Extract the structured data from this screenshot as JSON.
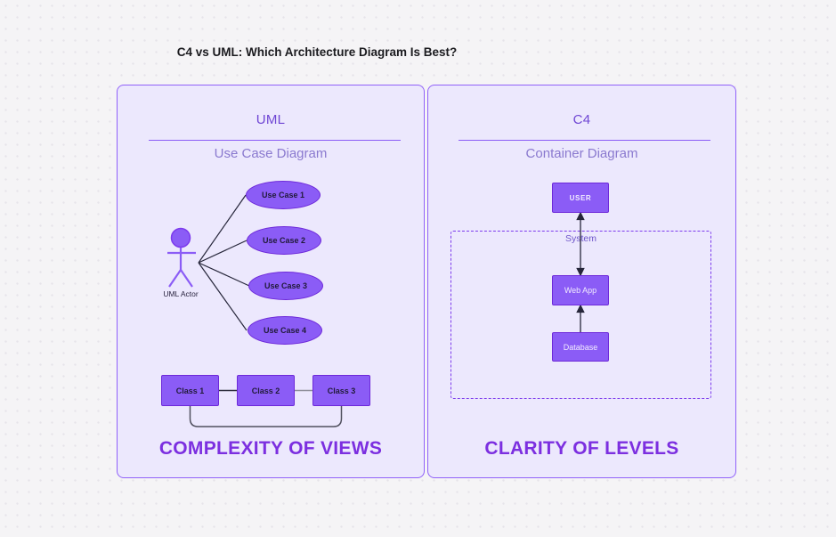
{
  "title": "C4 vs UML: Which Architecture Diagram Is Best?",
  "left_panel": {
    "heading": "UML",
    "subheading": "Use Case Diagram",
    "actor_label": "UML Actor",
    "use_cases": [
      "Use Case 1",
      "Use Case 2",
      "Use Case 3",
      "Use Case 4"
    ],
    "classes": [
      "Class 1",
      "Class 2",
      "Class 3"
    ],
    "caption": "COMPLEXITY OF VIEWS"
  },
  "right_panel": {
    "heading": "C4",
    "subheading": "Container Diagram",
    "user_label": "USER",
    "system_label": "System",
    "containers": [
      "Web App",
      "Database"
    ],
    "caption": "CLARITY OF LEVELS"
  },
  "colors": {
    "canvas_background": "#f5f4f6",
    "panel_fill": "#ece8fd",
    "panel_border": "#9061f9",
    "shape_fill": "#8b5cf6",
    "shape_border": "#6d28d9",
    "heading_text": "#6f46d4",
    "subheading_text": "#8a79cf",
    "caption_text": "#7c2fe0",
    "shape_text_dark": "#201a38",
    "shape_text_light": "#f2ecff",
    "connector_dark": "#26263a",
    "connector_gray": "#90909c",
    "title_text": "#1b1b1f"
  }
}
